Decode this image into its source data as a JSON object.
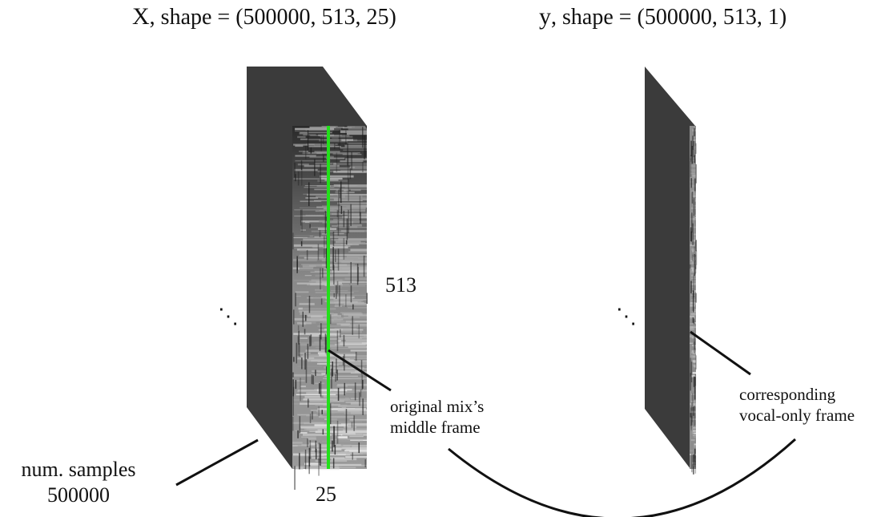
{
  "x_tensor": {
    "var": "X",
    "shape_text": ", shape = (500000, 513, 25)",
    "height_label": "513",
    "width_label": "25",
    "ellipsis": "⋱",
    "callout_line1": "original mix’s",
    "callout_line2": "middle frame"
  },
  "y_tensor": {
    "var": "y",
    "shape_text": ", shape = (500000, 513, 1)",
    "ellipsis": "⋱",
    "callout_line1": "corresponding",
    "callout_line2": "vocal-only frame"
  },
  "samples": {
    "line1": "num. samples",
    "line2": "500000"
  },
  "colors": {
    "block": "#3b3b3b",
    "highlight": "#22e01a",
    "ink": "#111111"
  }
}
